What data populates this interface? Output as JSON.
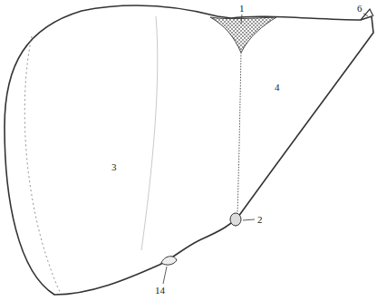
{
  "diagram": {
    "labels": [
      "1",
      "6",
      "4",
      "3",
      "2",
      "14"
    ]
  }
}
